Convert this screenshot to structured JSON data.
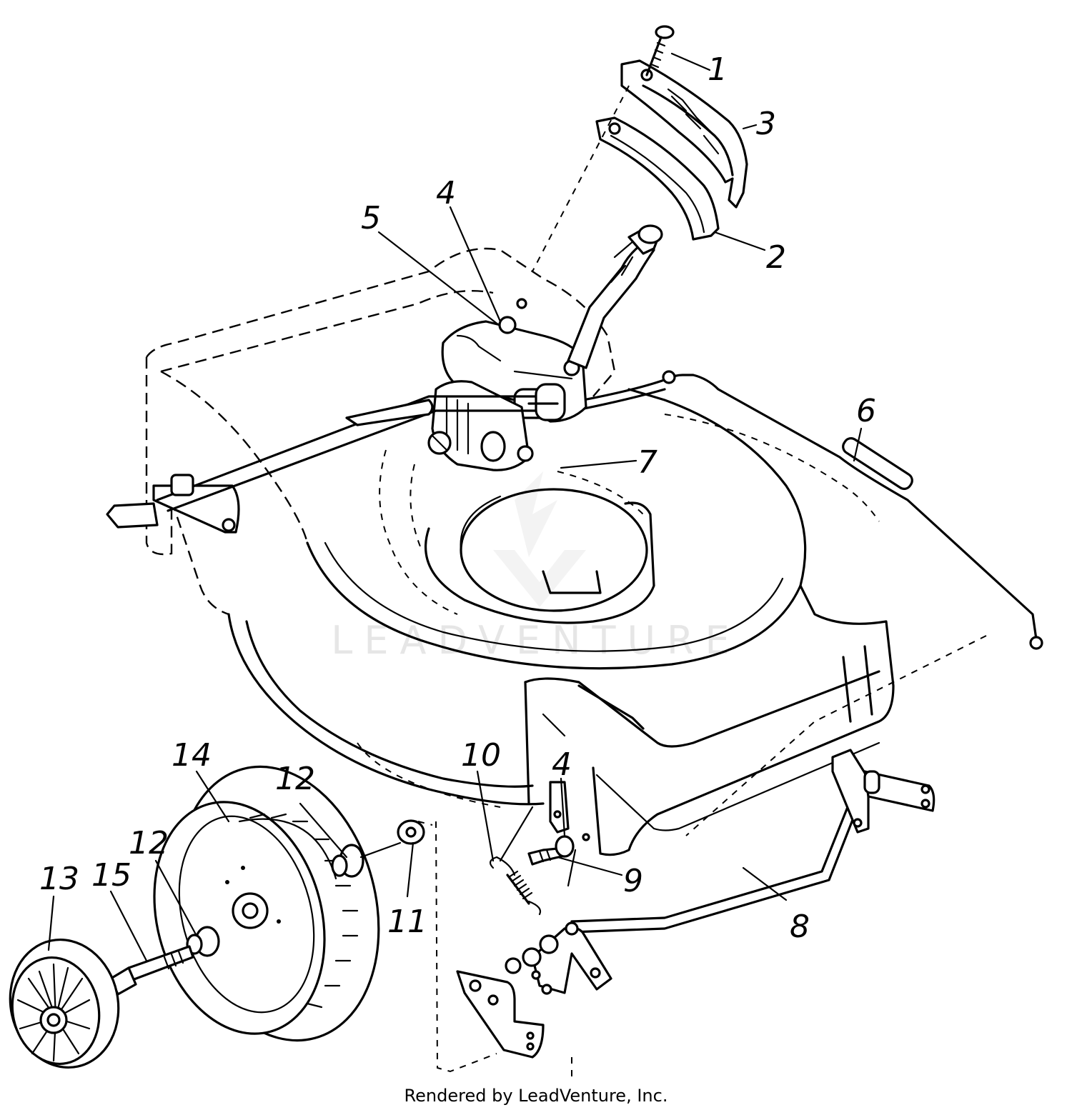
{
  "diagram": {
    "callouts": [
      {
        "id": "1",
        "label": "1"
      },
      {
        "id": "2",
        "label": "2"
      },
      {
        "id": "3",
        "label": "3"
      },
      {
        "id": "4a",
        "label": "4"
      },
      {
        "id": "4b",
        "label": "4"
      },
      {
        "id": "5",
        "label": "5"
      },
      {
        "id": "6",
        "label": "6"
      },
      {
        "id": "7",
        "label": "7"
      },
      {
        "id": "8",
        "label": "8"
      },
      {
        "id": "9",
        "label": "9"
      },
      {
        "id": "10",
        "label": "10"
      },
      {
        "id": "11",
        "label": "11"
      },
      {
        "id": "12a",
        "label": "12"
      },
      {
        "id": "12b",
        "label": "12"
      },
      {
        "id": "13",
        "label": "13"
      },
      {
        "id": "14",
        "label": "14"
      },
      {
        "id": "15",
        "label": "15"
      }
    ],
    "watermark": "LEADVENTURE",
    "footer": "Rendered by LeadVenture, Inc."
  }
}
